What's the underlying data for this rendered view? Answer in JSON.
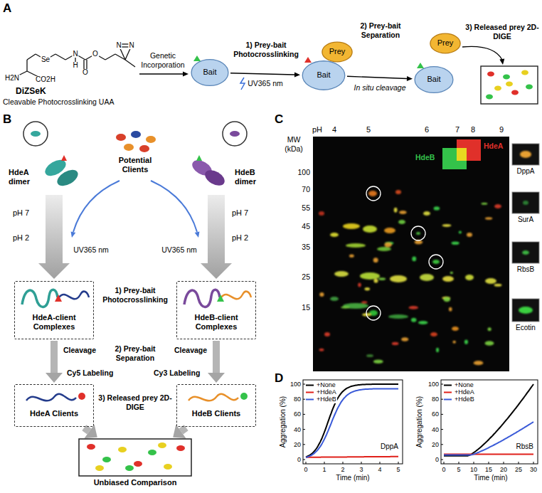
{
  "diagram": {
    "nodes": [
      {
        "text": [
          "Bait"
        ]
      },
      {
        "text": [
          "Bait"
        ]
      },
      {
        "text": [
          "Prey"
        ]
      },
      {
        "text": [
          "Bait"
        ]
      },
      {
        "text": [
          "Prey"
        ]
      },
      {
        "text": [
          "HdeA-client Complexes"
        ]
      },
      {
        "text": [
          "HdeB-client Complexes"
        ]
      },
      {
        "text": [
          "HdeA Clients"
        ]
      },
      {
        "text": [
          "HdeB Clients"
        ]
      },
      {
        "text": [
          "Unbiased Comparison"
        ]
      }
    ],
    "edges": [
      {
        "from": 0,
        "to": 1,
        "arrow": "to",
        "label": "1) Prey-bait Photocrosslinking"
      },
      {
        "from": 1,
        "to": 3,
        "arrow": "to",
        "label": "2) Prey-bait Separation"
      },
      {
        "from": 5,
        "to": 7,
        "arrow": "to",
        "label": "Cleavage"
      },
      {
        "from": 6,
        "to": 8,
        "arrow": "to",
        "label": "Cleavage"
      },
      {
        "from": 7,
        "to": 9,
        "arrow": "to"
      },
      {
        "from": 8,
        "to": 9,
        "arrow": "to"
      }
    ],
    "labels": [
      "A",
      "Se",
      "H2N",
      "CO2H",
      "N",
      "H",
      "O",
      "O",
      "N",
      "N",
      "DiZSeK",
      "Cleavable Photocrosslinking UAA",
      "Genetic Incorporation",
      "UV365 nm",
      "In situ cleavage",
      "3) Released prey 2D-DIGE",
      "B",
      "HdeA dimer",
      "HdeB dimer",
      "Potential Clients",
      "pH 7",
      "pH 2",
      "pH 7",
      "pH 2",
      "UV365 nm",
      "UV365 nm",
      "1) Prey-bait Photocrosslinking",
      "2) Prey-bait Separation",
      "Cy5 Labeling",
      "Cy3 Labeling",
      "3) Released prey 2D-DIGE",
      "C",
      "pH",
      "4",
      "5",
      "6",
      "7",
      "8",
      "9",
      "MW (kDa)",
      "100",
      "70",
      "55",
      "45",
      "35",
      "25",
      "15",
      "DppA",
      "SurA",
      "RbsB",
      "Ecotin",
      "D",
      "Aggregation (%)",
      "Time (min)",
      "DppA",
      "Aggregation (%)",
      "Time (min)",
      "RbsB",
      "0",
      "20",
      "40",
      "60",
      "80",
      "100",
      "0",
      "1",
      "2",
      "3",
      "4",
      "5",
      "0",
      "20",
      "40",
      "60",
      "80",
      "100",
      "0",
      "5",
      "10",
      "15",
      "20",
      "25",
      "30"
    ],
    "legend": [
      {
        "text": "HdeB",
        "color": "#34c24a"
      },
      {
        "text": "HdeA",
        "color": "#e0302a"
      },
      {
        "text": "+None"
      },
      {
        "text": "+HdeA"
      },
      {
        "text": "+HdeB"
      },
      {
        "text": "+None"
      },
      {
        "text": "+HdeA"
      },
      {
        "text": "+HdeB"
      }
    ]
  }
}
